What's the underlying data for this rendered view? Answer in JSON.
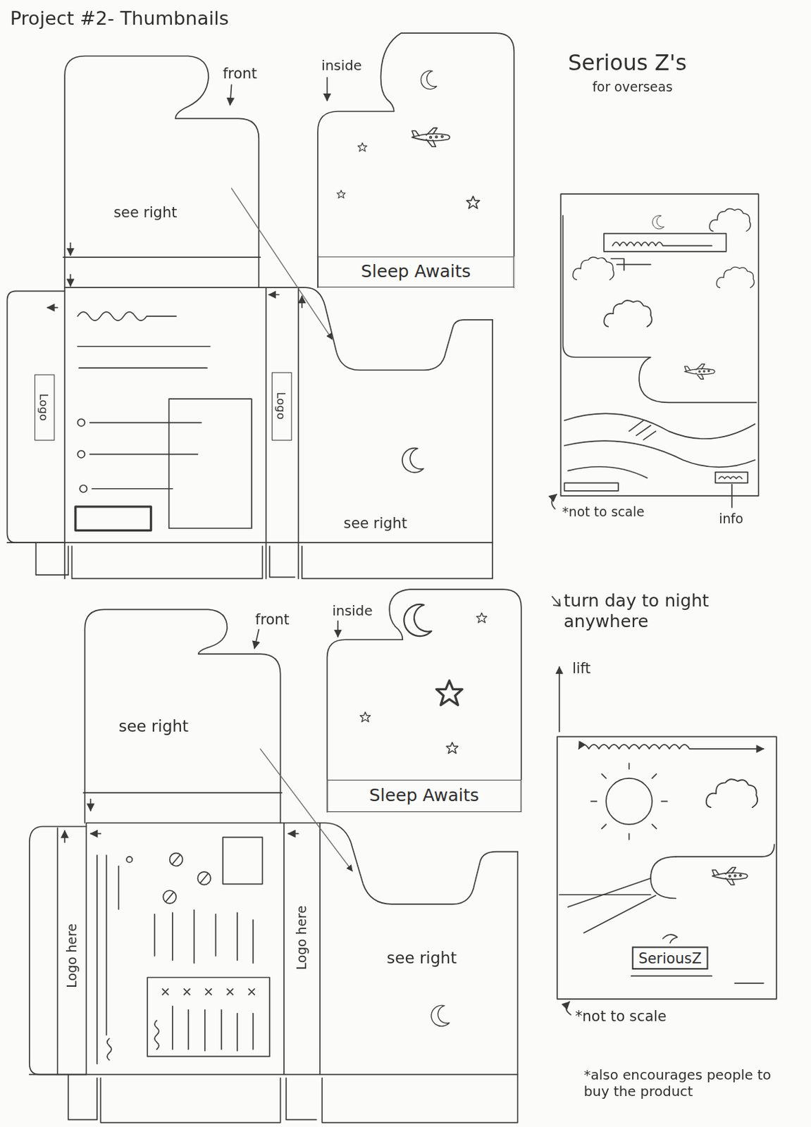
{
  "diagram": {
    "title": "Project #2- Thumbnails",
    "nodes": [
      {
        "text": [
          "Sleep Awaits"
        ]
      },
      {
        "text": [
          "Logo"
        ]
      },
      {
        "text": [
          "Logo"
        ]
      },
      {
        "text": [
          "Sleep Awaits"
        ]
      },
      {
        "text": [
          "SeriousZ"
        ]
      }
    ],
    "labels": [
      "front",
      "inside",
      "Serious Z's",
      "for overseas",
      "see right",
      "see right",
      "*not to scale",
      "info",
      "front",
      "inside",
      "turn day to night anywhere",
      "lift",
      "see right",
      "Logo here",
      "Logo here",
      "see right",
      "*not to scale",
      "*also encourages people to buy the product"
    ]
  }
}
